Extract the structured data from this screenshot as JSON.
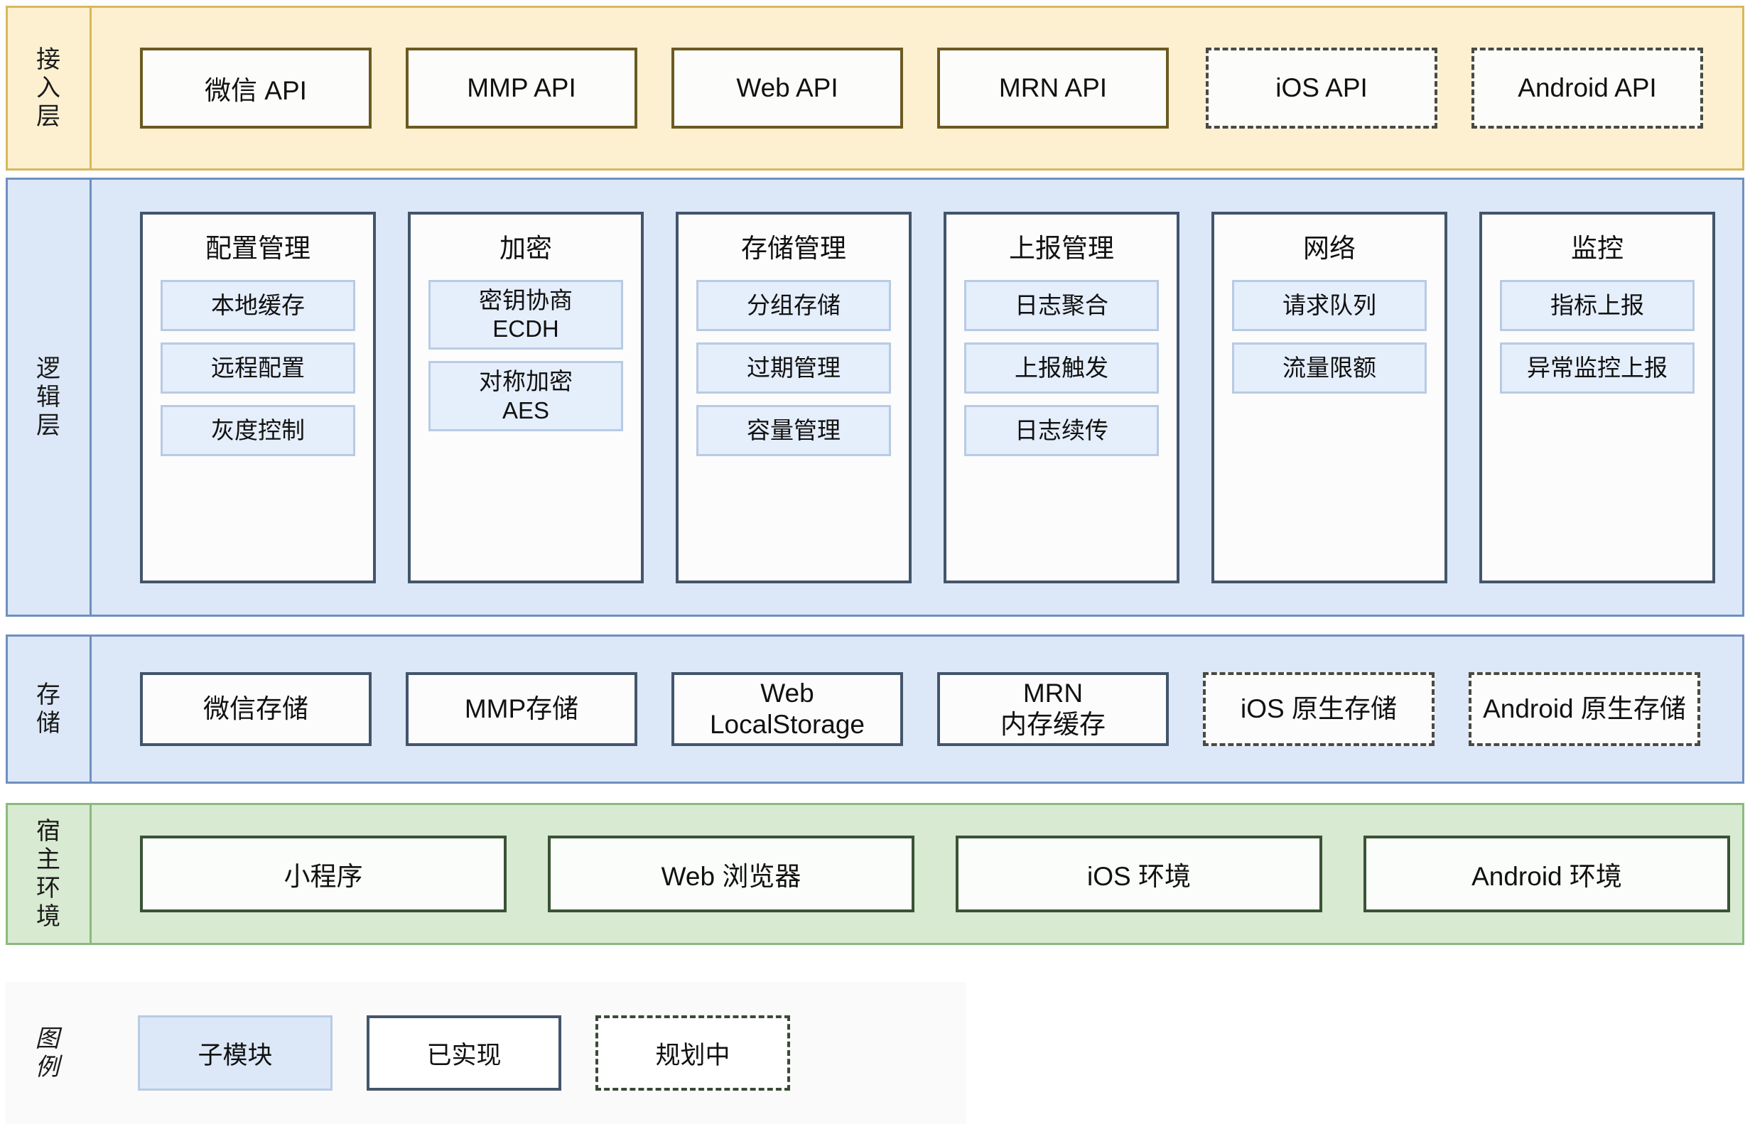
{
  "diagram": {
    "title_colors": {
      "access_band_bg": "#fdf0d0",
      "access_band_border": "#d9b75b",
      "logic_band_bg": "#dce8f8",
      "logic_band_border": "#6f8fbe",
      "storage_band_bg": "#dce8f8",
      "storage_band_border": "#6f8fbe",
      "host_band_bg": "#d8ead1",
      "host_band_border": "#8bba7c",
      "legend_band_bg": "#fafafa",
      "submodule_bg": "#e5eefb",
      "submodule_border": "#b7cbe4",
      "node_border_dark": "#43556b",
      "node_border_api": "#6b5a22",
      "node_border_host": "#3a5236",
      "planned_border": "#4a4a3f"
    }
  },
  "access_layer": {
    "label": "接入层",
    "nodes": [
      {
        "label": "微信 API",
        "status": "implemented"
      },
      {
        "label": "MMP API",
        "status": "implemented"
      },
      {
        "label": "Web API",
        "status": "implemented"
      },
      {
        "label": "MRN API",
        "status": "implemented"
      },
      {
        "label": "iOS API",
        "status": "planned"
      },
      {
        "label": "Android API",
        "status": "planned"
      }
    ]
  },
  "logic_layer": {
    "label": "逻辑层",
    "modules": [
      {
        "title": "配置管理",
        "submodules": [
          {
            "label": "本地缓存",
            "lines": 1
          },
          {
            "label": "远程配置",
            "lines": 1
          },
          {
            "label": "灰度控制",
            "lines": 1
          }
        ]
      },
      {
        "title": "加密",
        "submodules": [
          {
            "label": "密钥协商\nECDH",
            "lines": 2
          },
          {
            "label": "对称加密\nAES",
            "lines": 2
          }
        ]
      },
      {
        "title": "存储管理",
        "submodules": [
          {
            "label": "分组存储",
            "lines": 1
          },
          {
            "label": "过期管理",
            "lines": 1
          },
          {
            "label": "容量管理",
            "lines": 1
          }
        ]
      },
      {
        "title": "上报管理",
        "submodules": [
          {
            "label": "日志聚合",
            "lines": 1
          },
          {
            "label": "上报触发",
            "lines": 1
          },
          {
            "label": "日志续传",
            "lines": 1
          }
        ]
      },
      {
        "title": "网络",
        "submodules": [
          {
            "label": "请求队列",
            "lines": 1
          },
          {
            "label": "流量限额",
            "lines": 1
          }
        ]
      },
      {
        "title": "监控",
        "submodules": [
          {
            "label": "指标上报",
            "lines": 1
          },
          {
            "label": "异常监控上报",
            "lines": 1
          }
        ]
      }
    ]
  },
  "storage_layer": {
    "label": "存储",
    "nodes": [
      {
        "label": "微信存储",
        "status": "implemented"
      },
      {
        "label": "MMP存储",
        "status": "implemented"
      },
      {
        "label": "Web\nLocalStorage",
        "status": "implemented"
      },
      {
        "label": "MRN\n内存缓存",
        "status": "implemented"
      },
      {
        "label": "iOS 原生存储",
        "status": "planned"
      },
      {
        "label": "Android 原生存储",
        "status": "planned"
      }
    ]
  },
  "host_layer": {
    "label": "宿主环境",
    "nodes": [
      {
        "label": "小程序"
      },
      {
        "label": "Web 浏览器"
      },
      {
        "label": "iOS 环境"
      },
      {
        "label": "Android 环境"
      }
    ]
  },
  "legend": {
    "label": "图例",
    "items": [
      {
        "label": "子模块",
        "style": "submodule"
      },
      {
        "label": "已实现",
        "style": "solid"
      },
      {
        "label": "规划中",
        "style": "dashed"
      }
    ]
  }
}
